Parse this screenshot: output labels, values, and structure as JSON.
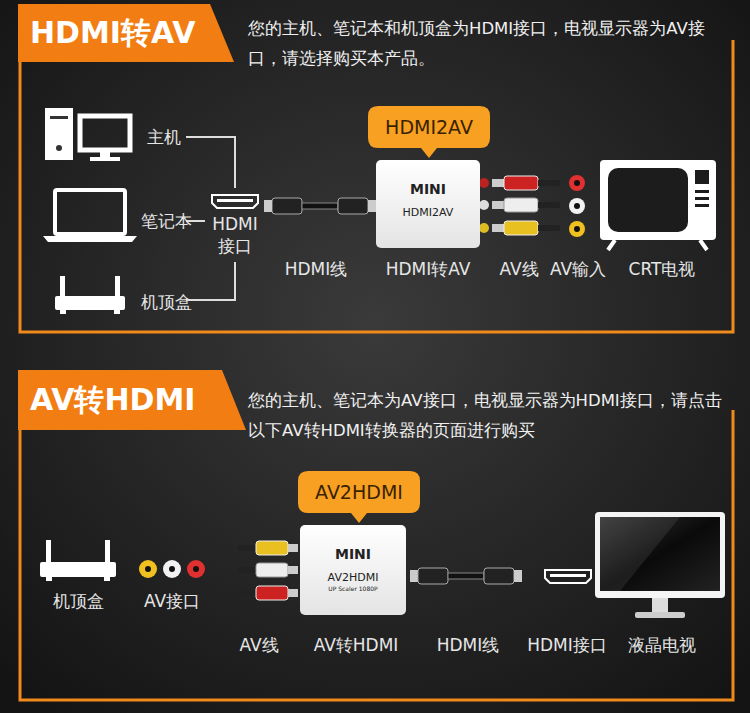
{
  "diagram": {
    "nodes": [
      {
        "text": [
          "HDMI转AV"
        ]
      },
      {
        "text": [
          "HDMI2AV"
        ]
      },
      {
        "text": [
          "MINI",
          "HDMI2AV"
        ]
      },
      {
        "text": [
          "AV转HDMI"
        ]
      },
      {
        "text": [
          "AV2HDMI"
        ]
      },
      {
        "text": [
          "MINI",
          "AV2HDMI",
          "UP Scaler 1080P"
        ]
      }
    ],
    "labels": [
      "您的主机、笔记本和机顶盒为HDMI接口，电视显示器为AV接口，请选择购买本产品。",
      "主机",
      "笔记本",
      "机顶盒",
      "HDMI 接口",
      "HDMI线",
      "HDMI转AV",
      "AV线",
      "AV输入",
      "CRT电视",
      "您的主机、笔记本为AV接口，电视显示器为HDMI接口，请点击以下AV转HDMI转换器的页面进行购买",
      "机顶盒",
      "AV接口",
      "AV线",
      "AV转HDMI",
      "HDMI线",
      "HDMI接口",
      "液晶电视"
    ]
  }
}
